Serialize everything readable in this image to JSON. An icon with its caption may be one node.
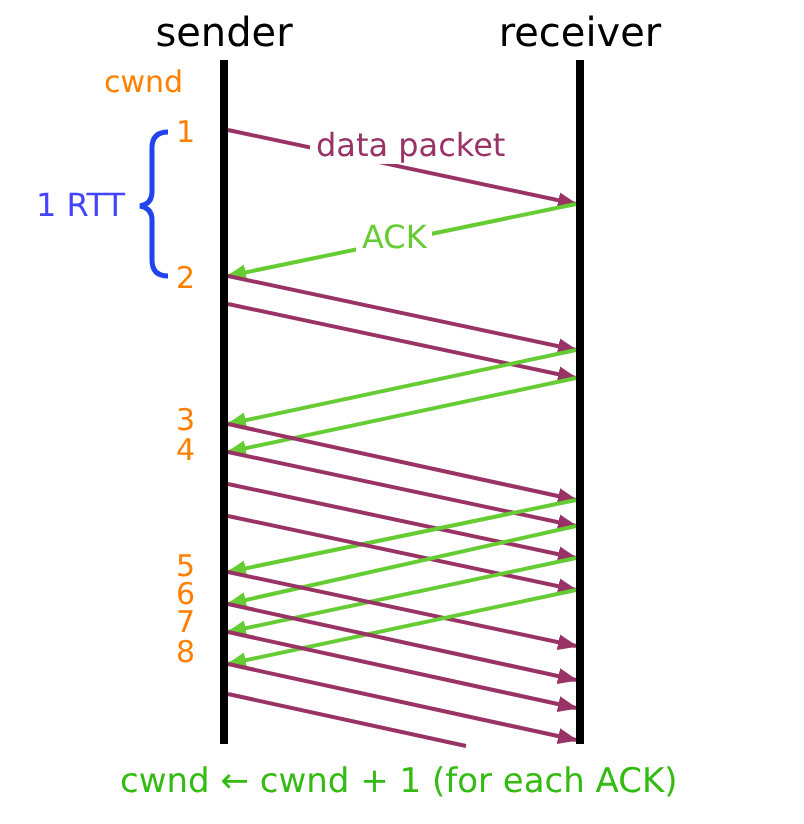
{
  "diagram": {
    "nodes": [
      {
        "text": [
          "sender"
        ]
      },
      {
        "text": [
          "receiver"
        ]
      }
    ],
    "edges": [
      {
        "from": 0,
        "to": 1,
        "arrow": "to",
        "label": "data packet"
      },
      {
        "from": 1,
        "to": 0,
        "arrow": "to",
        "label": "ACK",
        "color": "#66cc33"
      },
      {
        "from": 0,
        "to": 1,
        "arrow": "to"
      },
      {
        "from": 0,
        "to": 1,
        "arrow": "to"
      },
      {
        "from": 1,
        "to": 0,
        "arrow": "to",
        "color": "#66cc33"
      },
      {
        "from": 1,
        "to": 0,
        "arrow": "to",
        "color": "#66cc33"
      },
      {
        "from": 0,
        "to": 1,
        "arrow": "to"
      },
      {
        "from": 0,
        "to": 1,
        "arrow": "to"
      },
      {
        "from": 0,
        "to": 1,
        "arrow": "to"
      },
      {
        "from": 1,
        "to": 0,
        "arrow": "to",
        "color": "#66cc33"
      },
      {
        "from": 0,
        "to": 1,
        "arrow": "to"
      },
      {
        "from": 1,
        "to": 0,
        "arrow": "to",
        "color": "#66cc33"
      },
      {
        "from": 1,
        "to": 0,
        "arrow": "to",
        "color": "#66cc33"
      },
      {
        "from": 0,
        "to": 1,
        "arrow": "to"
      },
      {
        "from": 1,
        "to": 0,
        "arrow": "to",
        "color": "#66cc33"
      },
      {
        "from": 0,
        "to": 1,
        "arrow": "to"
      },
      {
        "from": 0,
        "to": 1,
        "arrow": "to"
      },
      {
        "from": 0,
        "to": 1,
        "arrow": "to"
      },
      {
        "from": 0,
        "to": null,
        "arrow": "none"
      }
    ],
    "labels": [
      "cwnd",
      "1",
      "1 RTT",
      "2",
      "3",
      "4",
      "5",
      "6",
      "7",
      "8",
      "cwnd ← cwnd + 1 (for each ACK)"
    ]
  }
}
